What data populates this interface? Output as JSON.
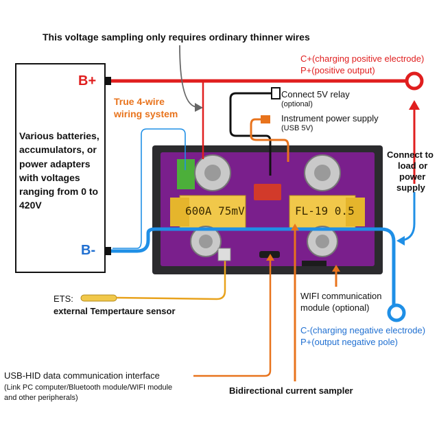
{
  "terminals": {
    "b_plus": "B+",
    "b_minus": "B-"
  },
  "battery": {
    "description": "Various batteries, accumulators, or power adapters with voltages ranging from 0 to 420V"
  },
  "labels": {
    "voltage_sampling": "This voltage sampling only requires ordinary thinner wires",
    "c_plus": "C+(charging positive electrode)",
    "p_plus_output": "P+(positive output)",
    "true_4wire_line1": "True 4-wire",
    "true_4wire_line2": "wiring system",
    "relay": "Connect 5V relay",
    "relay_note": "(optional)",
    "instrument_power": "Instrument power supply",
    "instrument_power_note": "(USB 5V)",
    "connect_load_1": "Connect to",
    "connect_load_2": "load or",
    "connect_load_3": "power",
    "connect_load_4": "supply",
    "ets_label": "ETS:",
    "ets_desc": "external Tempertaure sensor",
    "wifi_line1": "WIFI communication",
    "wifi_line2": "module (optional)",
    "c_minus": "C-(charging negative electrode)",
    "p_plus_negative": "P+(output negative pole)",
    "usb_hid_title": "USB-HID data communication interface",
    "usb_hid_desc1": "(Link PC computer/Bluetooth module/WIFI module",
    "usb_hid_desc2": "and other peripherals)",
    "current_sampler": "Bidirectional current sampler"
  },
  "shunt": {
    "left_text": "600A 75mV",
    "right_text": "FL-19 0.5"
  },
  "colors": {
    "red_wire": "#e01e1e",
    "blue_wire": "#1f8fe6",
    "orange_wire": "#e8731c",
    "black_wire": "#111111",
    "pcb": "#7a1f8c",
    "shunt_gold": "#f1c84a",
    "label_blue": "#1f6fd1"
  }
}
